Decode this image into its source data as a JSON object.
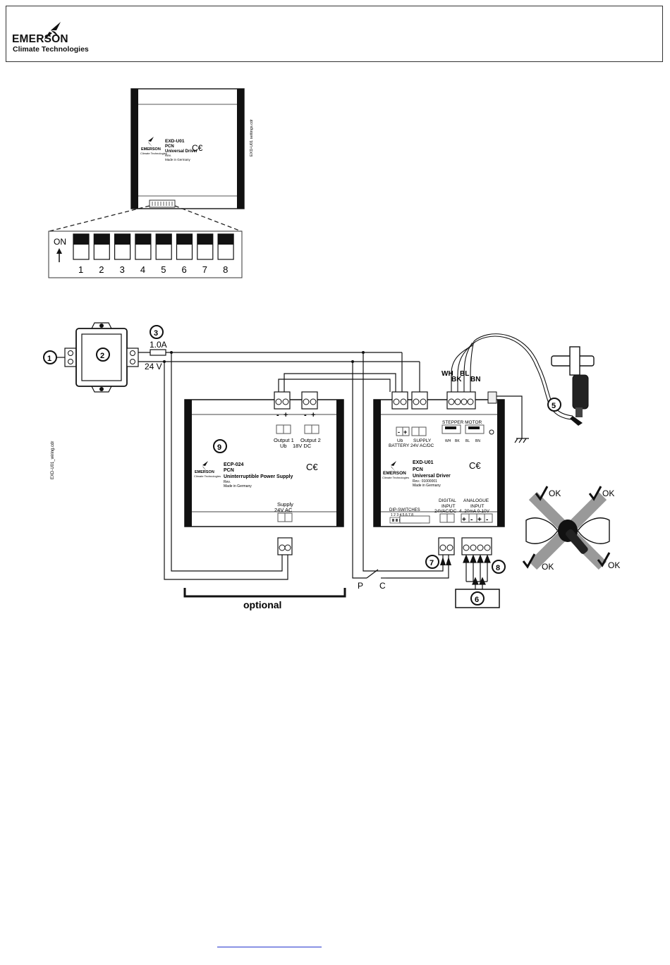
{
  "header": {
    "brand": "EMERSON",
    "brand_sub": "Climate Technologies"
  },
  "top_device": {
    "model": "EXD-U01",
    "line2": "PCN",
    "line3": "Universal Driver",
    "rev": "Rev.",
    "made": "Made in Germany",
    "side_label": "EXD-U01 settings.cdr",
    "brand": "EMERSON",
    "brand_sub": "Climate Technologies"
  },
  "dip": {
    "on_label": "ON",
    "switches": [
      "1",
      "2",
      "3",
      "4",
      "5",
      "6",
      "7",
      "8"
    ]
  },
  "wiring": {
    "side_label": "EXD-U01_wiring.cdr",
    "fuse_label": "1.0A",
    "voltage_label": "24 V",
    "callouts": [
      "1",
      "2",
      "3",
      "5",
      "6",
      "7",
      "8",
      "9"
    ],
    "wire_colors": {
      "wh": "WH",
      "bk": "BK",
      "bl": "BL",
      "bn": "BN"
    },
    "ups": {
      "model": "ECP-024",
      "line2": "PCN",
      "line3": "Uninterruptible Power Supply",
      "rev": "Rev.",
      "made": "Made in Germany",
      "output1": "Output 1",
      "output2": "Output 2",
      "ub": "Ub",
      "dc": "18V DC",
      "supply": "Supply",
      "supply_v": "24V AC",
      "brand": "EMERSON",
      "brand_sub": "Climate Technologies",
      "minus": "-",
      "plus": "+"
    },
    "driver": {
      "model": "EXD-U01",
      "line2": "PCN",
      "line3": "Universal Driver",
      "rev": "Rev.: 01000001",
      "made": "Made in Germany",
      "ub": "Ub",
      "battery": "BATTERY",
      "supply": "SUPPLY",
      "supply_v": "24V AC/DC",
      "stepper": "STEPPER MOTOR",
      "stepper_pins": [
        "WH",
        "BK",
        "BL",
        "BN"
      ],
      "dip_label": "DIP-SWITCHES",
      "dip_numbers": "1 2 3 4 5 6 7 8",
      "digital": "DIGITAL",
      "digital2": "INPUT",
      "digital3": "24VAC/DC",
      "analogue": "ANALOGUE",
      "analogue2": "INPUT",
      "analogue3": "4..20mA 0-10V",
      "brand": "EMERSON",
      "brand_sub": "Climate Technologies"
    },
    "switch_p": "P",
    "switch_c": "C",
    "optional": "optional",
    "ok_labels": [
      "OK",
      "OK",
      "OK",
      "OK"
    ]
  }
}
